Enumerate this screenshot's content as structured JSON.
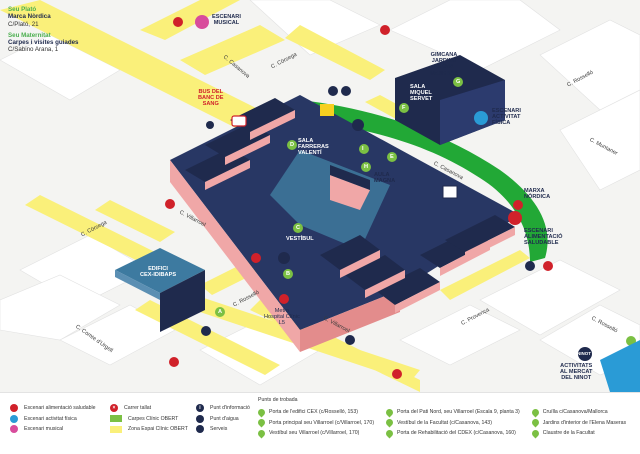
{
  "info": {
    "seu_plato_heading": "Seu Plató",
    "seu_plato_name": "Marca Nòrdica",
    "seu_plato_address": "C/Plató, 21",
    "seu_maternitat_heading": "Seu Maternitat",
    "seu_maternitat_name": "Carpes i visites guiades",
    "seu_maternitat_address": "C/Sabino Arana, 1"
  },
  "places": {
    "escenari_musical": "ESCENARI\nMUSICAL",
    "gimcana": "GIMCANA\nJARDINS\nELENA\nMASERAS",
    "sala_miquel_servet": "SALA\nMIQUEL\nSERVET",
    "escenari_activitat_fisica": "ESCENARI\nACTIVITAT\nFÍSICA",
    "bus_banc_sang": "BUS DEL\nBANC DE\nSANG",
    "sala_farreras": "SALA\nFARRERAS\nVALENTÍ",
    "aula_magna": "AULA\nMAGNA",
    "marxa_nordica": "MARXA\nNÒRDICA",
    "escenari_alimentacio": "ESCENARI\nALIMENTACIÓ\nSALUDABLE",
    "vestibul": "VESTÍBUL",
    "edifici_cex": "EDIFICI\nCEX-IDIBAPS",
    "metro": "Metro\nHospital Clínic\nL5",
    "activitats_mercat": "ACTIVITATS\nAL MERCAT\nDEL NINOT",
    "ninot_badge": "NINOT"
  },
  "streets": {
    "casanova_top": "C. Casanova",
    "corsega_top": "C. Còrsega",
    "rossello_top": "C. Rosselló",
    "corsega_left": "C. Còrsega",
    "villarroel_mid": "C. Villarroel",
    "rossello_mid": "C. Rosselló",
    "villarroel_low": "C. Villarroel",
    "comte_urgell": "C. Comte d'Urgell",
    "casanova_right": "C. Casanova",
    "provenca": "C. Provença",
    "muntaner": "C. Muntaner",
    "rossello_right": "C. Rosselló"
  },
  "entry_letters": [
    "A",
    "B",
    "C",
    "D",
    "E",
    "F",
    "G",
    "H",
    "I"
  ],
  "legend": {
    "alimentacio": "Escenari alimentació saludable",
    "activitat_fisica": "Escenari activitat física",
    "musical": "Escenari musical",
    "carrer_tallat": "Carrer tallat",
    "carpes": "Carpes Clínic OBERT",
    "zona": "Zona Espai Clínic OBERT",
    "punt_informacio": "Punt d'informació",
    "punt_aigua": "Punt d'aigua",
    "serveis": "Serveis",
    "punts_trobada_title": "Punts de trobada",
    "trobada": [
      "Porta de l'edifici CEX (c/Rosselló, 153)",
      "Porta principal seu Villarroel (c/Villarroel, 170)",
      "Vestíbul seu Villarroel (c/Villarroel, 170)",
      "Porta del Pati Nord, seu Villarroel (Escala 9, planta 3)",
      "Vestíbul de la Facultat (c/Casanova, 143)",
      "Porta de Rehabilitació del CDEX (c/Casanova, 160)",
      "Cruïlla c/Casanova/Mallorca",
      "Jardins d'interior de l'Elena Maseras",
      "Claustre de la Facultat"
    ]
  },
  "colors": {
    "street": "#faf07a",
    "zone": "#22a836",
    "roof": "#1f2a4d",
    "facade": "#f0a7a7",
    "courtyard": "#3b6f94",
    "red": "#d0212a",
    "alimentacio": "#d0212a",
    "fisica": "#2a9bd6",
    "musical": "#d84c9c"
  }
}
